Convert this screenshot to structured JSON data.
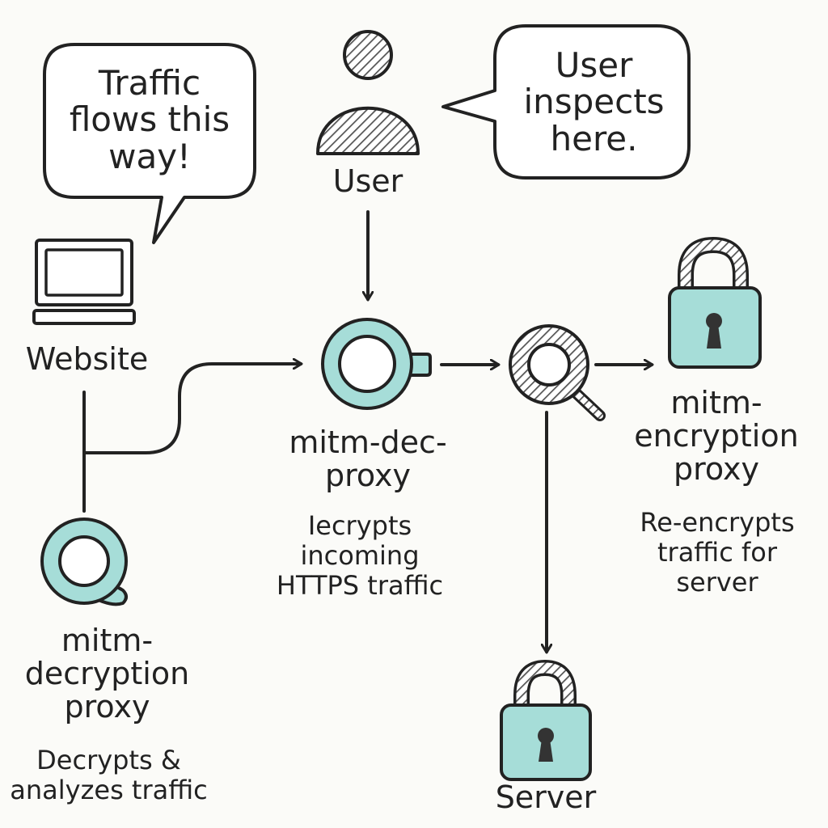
{
  "colors": {
    "ink": "#222222",
    "accent": "#a6ddd8",
    "hatch": "#555555",
    "background": "#fbfbf8"
  },
  "bubbles": {
    "traffic": [
      "Traffic",
      "flows this",
      "way!"
    ],
    "user": [
      "User",
      "inspects",
      "here."
    ]
  },
  "nodes": {
    "user": {
      "icon": "person-icon",
      "title": [
        "User"
      ]
    },
    "website": {
      "icon": "laptop-icon",
      "title": [
        "Website"
      ]
    },
    "mitm_dec_proxy": {
      "icon": "ring-icon",
      "title": [
        "mitm-dec-",
        "proxy"
      ],
      "description": [
        "Iecrypts",
        "incoming",
        "HTTPS traffic"
      ]
    },
    "inspector": {
      "icon": "magnifier-icon"
    },
    "mitm_encryption_proxy": {
      "icon": "padlock-icon",
      "title": [
        "mitm-",
        "encryption",
        "proxy"
      ],
      "description": [
        "Re-encrypts",
        "traffic for",
        "server"
      ]
    },
    "mitm_decryption_proxy": {
      "icon": "ring-icon",
      "title": [
        "mitm-",
        "decryption",
        "proxy"
      ],
      "description": [
        "Decrypts &",
        "analyzes traffic"
      ]
    },
    "server": {
      "icon": "padlock-icon",
      "title": [
        "Server"
      ]
    }
  }
}
